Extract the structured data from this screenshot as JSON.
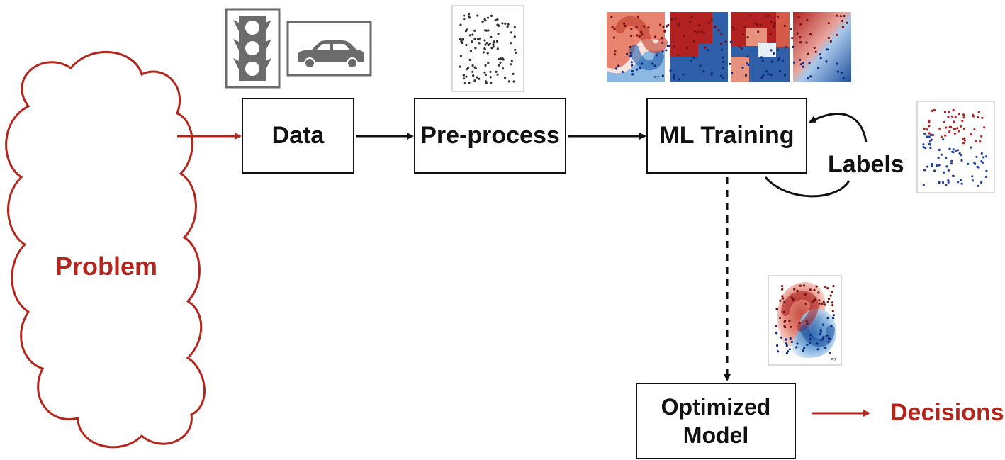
{
  "problem": {
    "label": "Problem"
  },
  "nodes": {
    "data": "Data",
    "preprocess": "Pre-process",
    "ml_training": "ML Training",
    "optimized_model_line1": "Optimized",
    "optimized_model_line2": "Model"
  },
  "labels": "Labels",
  "decisions": "Decisions",
  "thumbnails": {
    "model_scores": [
      "97",
      "",
      "",
      ""
    ],
    "optimized_score": "97"
  },
  "colors": {
    "accent_red": "#b3261e",
    "class_red": "#b22222",
    "class_blue": "#1f3f9e",
    "ink": "#111111",
    "icon_gray": "#6b6b6b"
  },
  "icons": [
    "traffic-light-icon",
    "car-icon"
  ]
}
